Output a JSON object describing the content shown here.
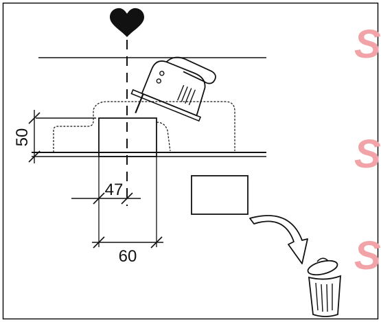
{
  "dimensions": {
    "cutout_height": "50",
    "offset_from_center": "47",
    "cutout_width": "60"
  },
  "watermark": {
    "letter": "S"
  },
  "colors": {
    "line": "#111111",
    "hatch_fill": "#b4b4b4",
    "watermark": "#f2a3a8",
    "background": "#ffffff"
  },
  "icons": {
    "top": "heart-icon",
    "tool": "jigsaw-icon",
    "disposal": "trash-can-icon",
    "motion": "curved-arrow-icon"
  }
}
